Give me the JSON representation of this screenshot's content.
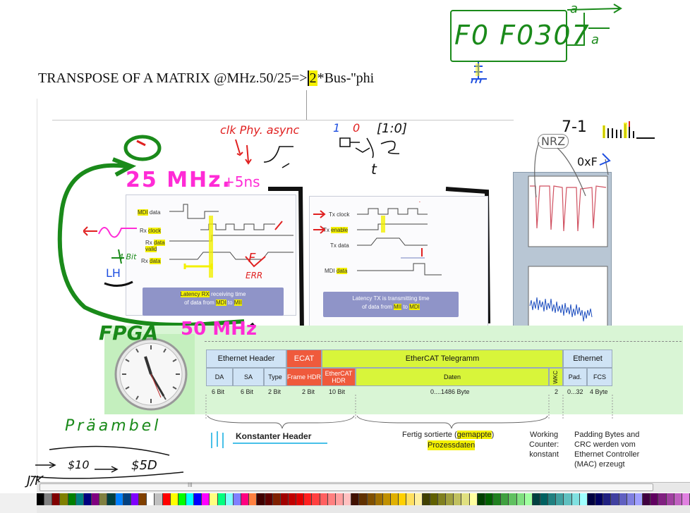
{
  "title": {
    "pre": "TRANSPOSE OF A MATRIX @MHz.50/25=>",
    "highlight": "2",
    "post": "*Bus-''phi"
  },
  "annotations": {
    "box_code": "F0 F0307",
    "box_sup": "a",
    "box_sub": "a",
    "freq_25": "25 MHz.",
    "plus5ns": "+5ns",
    "clk_phy": "clk Phy. async",
    "bits": "[1:0]",
    "one": "1",
    "zero": "0",
    "t_letter": "t",
    "nrz": "NRZ",
    "seven_one": "7-1",
    "oxf": "0xF",
    "fpga": "FPGA",
    "freq_50": "50 MHz",
    "err": "ERR",
    "f_letter": "F",
    "lh": "LH",
    "four_bit": "4 Bit",
    "praeambel": "Präambel",
    "dollar10": "$10",
    "dollar5d": "$5D",
    "jk": "J/K."
  },
  "rx_panel": {
    "mdi": "MDI",
    "data1": " data",
    "rx": "Rx ",
    "clock": "clock",
    "rx2": "Rx ",
    "data2": "data",
    "valid": "valid",
    "rx3": "Rx ",
    "data3": "data",
    "lat_1": "Latency RX",
    "lat_2": " receiving time",
    "lat_3": "of data from ",
    "lat_mdi": "MDI",
    "lat_to": " to ",
    "lat_mii": "MII"
  },
  "tx_panel": {
    "txclock": "Tx clock",
    "tx": "Tx ",
    "enable": "enable",
    "txdata": "Tx data",
    "mdi": "MDI ",
    "data": "data",
    "lat_1": "Latency TX is transmitting time",
    "lat_2": "of data from ",
    "lat_mii": "MII",
    "lat_to": " to ",
    "lat_mdi": "MDI"
  },
  "frame": {
    "headers": {
      "eth_header": "Ethernet Header",
      "ecat": "ECAT",
      "telegram": "EtherCAT Telegramm",
      "ethernet": "Ethernet"
    },
    "subfields": {
      "da": "DA",
      "sa": "SA",
      "type": "Type",
      "frame_hdr": "Frame HDR",
      "ethercat_hdr": "EtherCAT HDR",
      "daten": "Daten",
      "wkc": "WKC",
      "pad": "Pad.",
      "fcs": "FCS"
    },
    "sizes": {
      "da": "6 Bit",
      "sa": "6 Bit",
      "type": "2 Bit",
      "frame_hdr": "2 Bit",
      "ethercat_hdr": "10 Bit",
      "daten": "0....1486 Byte",
      "wkc": "2",
      "pad": "0...32",
      "fcs": "4 Byte"
    },
    "desc": {
      "konst": "Konstanter Header",
      "fertig_1": "Fertig sortierte (",
      "gemappte": "gemappte",
      "fertig_2": ")",
      "prozess": "Prozessdaten",
      "wc_1": "Working",
      "wc_2": "Counter:",
      "wc_3": "konstant",
      "pad_1": "Padding Bytes and",
      "pad_2": "CRC werden vom",
      "pad_3": "Ethernet Controller",
      "pad_4": "(MAC) erzeugt"
    }
  },
  "scrollbar": {
    "grip": "III"
  },
  "colors": {
    "green_ink": "#1a8a1a",
    "magenta_ink": "#ff2bd6",
    "red_ink": "#e02020",
    "blue_ink": "#2050e0",
    "highlight": "#f3f000",
    "eth_blue": "#cfe3f5",
    "ecat_red": "#ef5a3c",
    "telegram_green": "#d8f53a"
  },
  "palette": [
    "#000000",
    "#808080",
    "#800000",
    "#808000",
    "#008000",
    "#008080",
    "#000080",
    "#800080",
    "#808040",
    "#004040",
    "#0080ff",
    "#004080",
    "#8000ff",
    "#804000",
    "#ffffff",
    "#c0c0c0",
    "#ff0000",
    "#ffff00",
    "#00ff00",
    "#00ffff",
    "#0000ff",
    "#ff00ff",
    "#ffff80",
    "#00ff80",
    "#80ffff",
    "#8080ff",
    "#ff0080",
    "#ff8040",
    "#400000",
    "#600000",
    "#802000",
    "#a00000",
    "#c00000",
    "#e00000",
    "#ff2020",
    "#ff4040",
    "#ff6060",
    "#ff8080",
    "#ffa0a0",
    "#ffc0c0",
    "#401000",
    "#603000",
    "#805000",
    "#a07000",
    "#c09000",
    "#e0b000",
    "#ffd000",
    "#ffe060",
    "#fff0a0",
    "#404000",
    "#606000",
    "#808020",
    "#a0a040",
    "#c0c060",
    "#e0e080",
    "#ffffa0",
    "#004000",
    "#006000",
    "#208020",
    "#40a040",
    "#60c060",
    "#80e080",
    "#a0ffa0",
    "#004040",
    "#006060",
    "#208080",
    "#40a0a0",
    "#60c0c0",
    "#80e0e0",
    "#a0ffff",
    "#000040",
    "#000060",
    "#202080",
    "#4040a0",
    "#6060c0",
    "#8080e0",
    "#a0a0ff",
    "#400040",
    "#600060",
    "#802080",
    "#a040a0",
    "#c060c0",
    "#e080e0"
  ]
}
